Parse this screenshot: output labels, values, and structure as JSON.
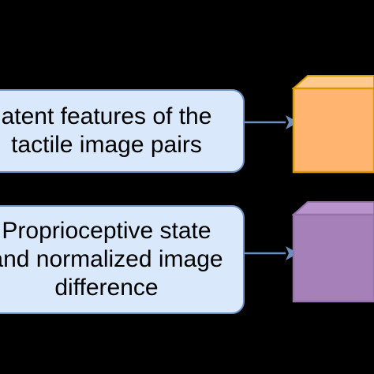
{
  "diagram": {
    "nodes": [
      {
        "id": "tactile-features",
        "lines": [
          "atent features of the",
          "tactile image pairs"
        ],
        "fill": "#dae8fc",
        "stroke": "#6c8ebf"
      },
      {
        "id": "proprio-state",
        "lines": [
          "Proprioceptive state",
          "and normalized image",
          "difference"
        ],
        "fill": "#dae8fc",
        "stroke": "#6c8ebf"
      }
    ],
    "cubes": [
      {
        "id": "cube-orange",
        "front": "#ffb570",
        "side": "#e8a04f",
        "top": "#ffc98f",
        "stroke": "#d79b00"
      },
      {
        "id": "cube-purple",
        "front": "#a680b8",
        "side": "#8e6aa0",
        "top": "#b993cb",
        "stroke": "#9673a6"
      }
    ],
    "arrow_color": "#6c8ebf",
    "background": "#000000"
  }
}
